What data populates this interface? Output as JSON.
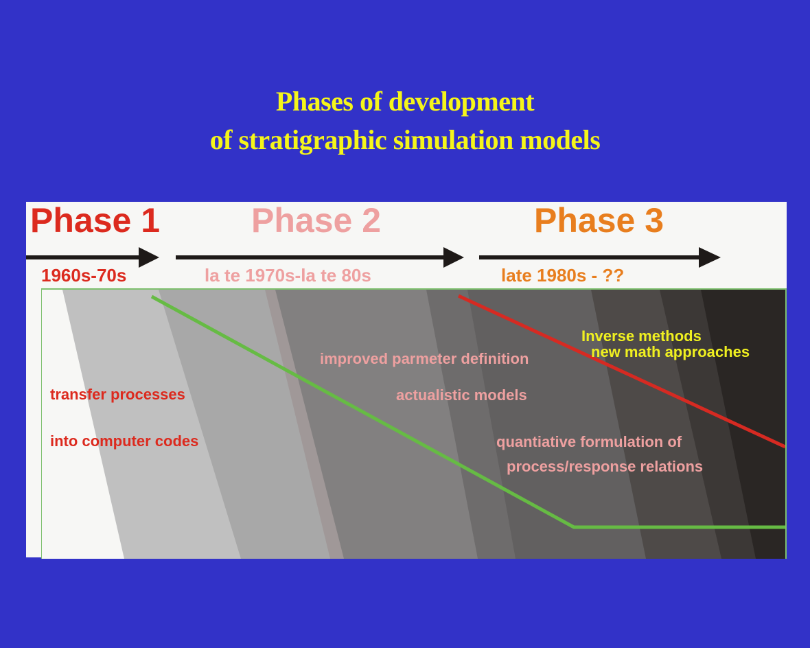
{
  "title": {
    "line1": "Phases of development",
    "line2": "of stratigraphic simulation models"
  },
  "colors": {
    "background": "#3232c8",
    "title": "#f5f51a",
    "phase1": "#dc2a1e",
    "phase2": "#eea0a0",
    "phase3": "#e87e1e",
    "phase3_notes": "#f0f020",
    "green_line": "#66bb44",
    "red_line": "#d62a22"
  },
  "phases": [
    {
      "name": "Phase 1",
      "period": "1960s-70s"
    },
    {
      "name": "Phase 2",
      "period": "la te 1970s-la te 80s"
    },
    {
      "name": "Phase 3",
      "period": "late 1980s - ??"
    }
  ],
  "notes": {
    "phase1": [
      "transfer processes",
      "into computer codes"
    ],
    "phase2": [
      "improved parmeter definition",
      "actualistic models",
      "quantiative formulation of",
      "process/response relations"
    ],
    "phase3": [
      "Inverse methods",
      "new math approaches"
    ]
  },
  "arrow_icons": [
    "arrow-right-icon",
    "arrow-right-icon",
    "arrow-right-icon"
  ]
}
